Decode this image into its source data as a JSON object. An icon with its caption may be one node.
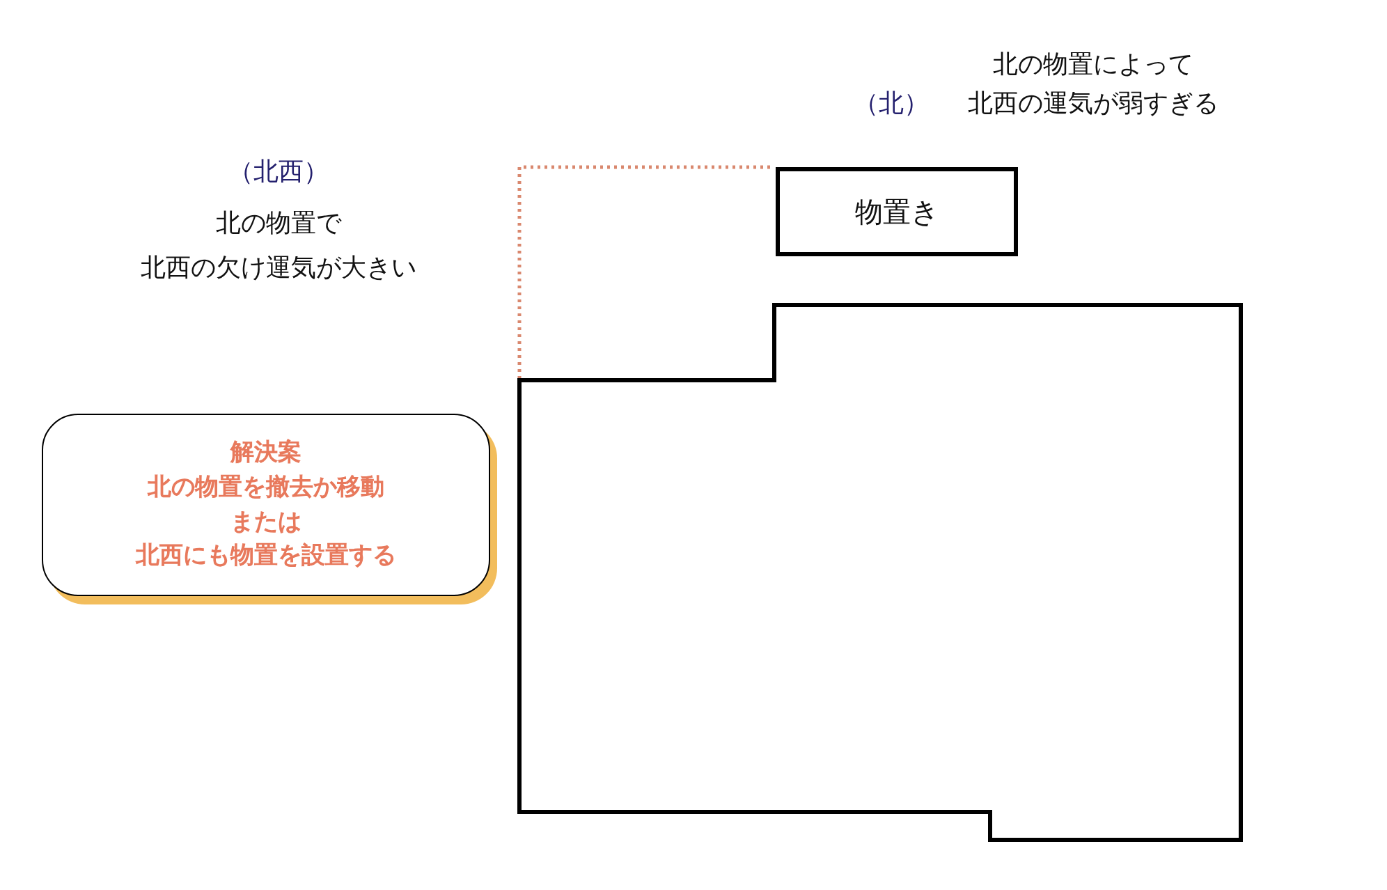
{
  "diagram": {
    "nodes": [
      {
        "text": [
          "物置き"
        ]
      },
      {
        "text": [
          "解決案",
          "北の物置を撤去か移動",
          "または",
          "北西にも物置を設置する"
        ]
      }
    ],
    "labels": [
      "北の物置によって",
      "（北）",
      "北西の運気が弱すぎる",
      "（北西）",
      "北の物置で",
      "北西の欠け運気が大きい"
    ]
  }
}
